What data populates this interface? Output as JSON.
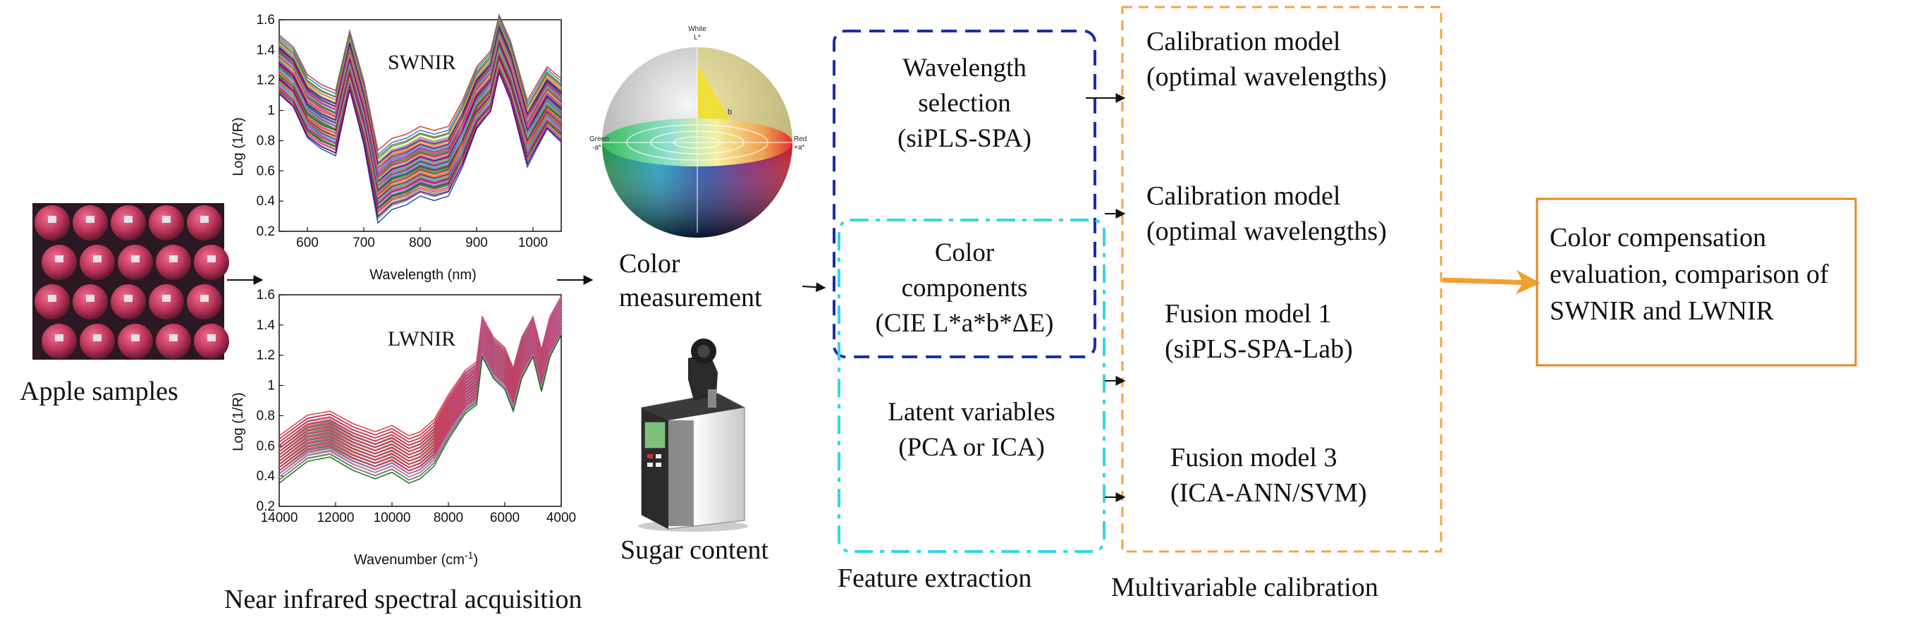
{
  "captions": {
    "apple_samples": "Apple samples",
    "nir_acquisition": "Near infrared spectral acquisition",
    "color_measurement_line1": "Color",
    "color_measurement_line2": "measurement",
    "sugar_content": "Sugar content",
    "feature_extraction": "Feature extraction",
    "multivariable_calibration": "Multivariable calibration"
  },
  "swnir_plot": {
    "label": "SWNIR",
    "xlabel": "Wavelength (nm)",
    "ylabel": "Log (1/R)",
    "xticks": [
      "600",
      "700",
      "800",
      "900",
      "1000"
    ],
    "yticks": [
      "0.2",
      "0.4",
      "0.6",
      "0.8",
      "1",
      "1.2",
      "1.4",
      "1.6"
    ]
  },
  "lwnir_plot": {
    "label": "LWNIR",
    "xlabel": "Wavenumber (cm",
    "xlabel_sup": "-1",
    "xlabel_end": ")",
    "ylabel": "Log (1/R)",
    "xticks": [
      "14000",
      "12000",
      "10000",
      "8000",
      "6000",
      "4000"
    ],
    "yticks": [
      "0.2",
      "0.4",
      "0.6",
      "0.8",
      "1",
      "1.2",
      "1.4",
      "1.6"
    ]
  },
  "color_sphere": {
    "white_label": "White",
    "l_label": "L*",
    "b_label": "b",
    "green_label": "Green",
    "minus_a_label": "-a*",
    "red_label": "Red",
    "plus_a_label": "+a*"
  },
  "feature_boxes": {
    "wavelength_selection": [
      "Wavelength",
      "selection",
      "(siPLS-SPA)"
    ],
    "color_components": [
      "Color",
      "components",
      "(CIE L*a*b*ΔE)"
    ],
    "latent_variables": [
      "Latent variables",
      "(PCA or ICA)"
    ]
  },
  "models": {
    "calibration_1": [
      "Calibration model",
      "(optimal wavelengths)"
    ],
    "calibration_2": [
      "Calibration model",
      "(optimal wavelengths)"
    ],
    "fusion_1": [
      "Fusion model 1",
      "(siPLS-SPA-Lab)"
    ],
    "fusion_3": [
      "Fusion model 3",
      "(ICA-ANN/SVM)"
    ]
  },
  "result_box": [
    "Color compensation",
    "evaluation, comparison of",
    "SWNIR and LWNIR"
  ],
  "colors": {
    "navy_dash": "#1a2fa8",
    "cyan_dashdot": "#35d6e6",
    "orange_dash": "#f2a540",
    "orange_arrow": "#f0a030",
    "result_border": "#e08a1e"
  }
}
